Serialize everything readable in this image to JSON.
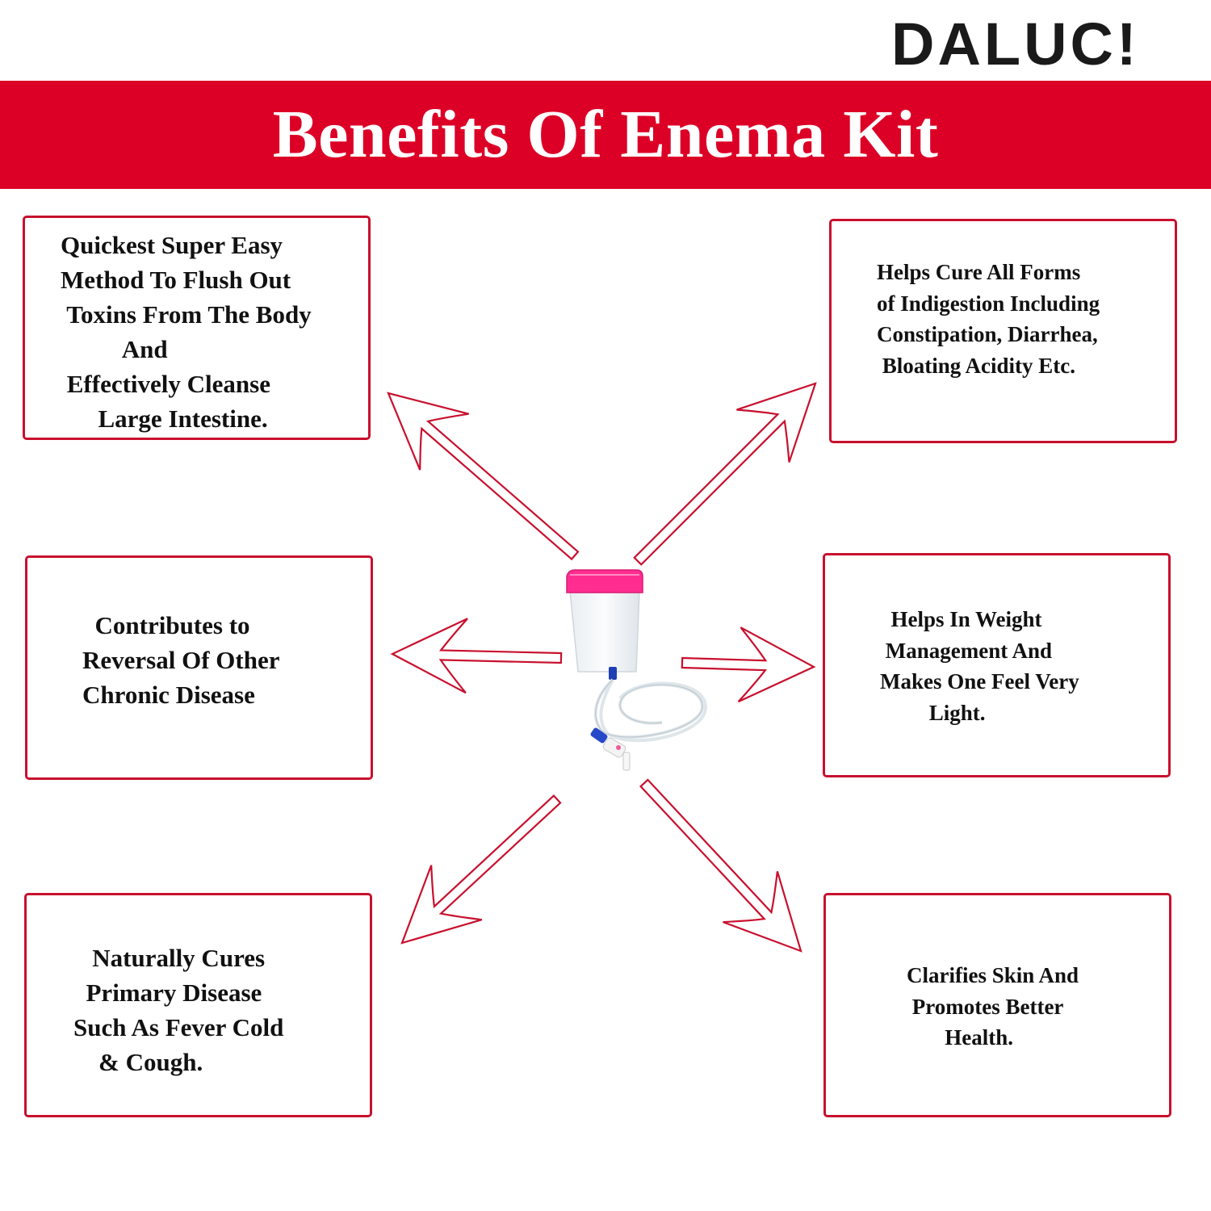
{
  "brand": {
    "logo_text": "DALUC!"
  },
  "banner": {
    "title": "Benefits Of Enema Kit"
  },
  "colors": {
    "banner_red": "#dc0026",
    "border_red": "#c8102e",
    "text": "#111111",
    "lid_pink": "#ff2d8f"
  },
  "benefits": {
    "top_left": {
      "lines": [
        "Quickest Super Easy",
        "Method To Flush Out",
        " Toxins From The Body",
        "          And",
        " Effectively Cleanse",
        "      Large Intestine."
      ]
    },
    "top_right": {
      "lines": [
        "Helps Cure All Forms",
        "of Indigestion Including",
        "Constipation, Diarrhea,",
        " Bloating Acidity Etc."
      ]
    },
    "middle_left": {
      "lines": [
        "  Contributes to",
        "Reversal Of Other",
        "Chronic Disease"
      ]
    },
    "middle_right": {
      "lines": [
        "  Helps In Weight",
        " Management And",
        "Makes One Feel Very",
        "         Light."
      ]
    },
    "bottom_left": {
      "lines": [
        "   Naturally Cures",
        "  Primary Disease",
        "Such As Fever Cold",
        "    & Cough."
      ]
    },
    "bottom_right": {
      "lines": [
        "Clarifies Skin And",
        " Promotes Better",
        "       Health."
      ]
    }
  },
  "product": {
    "icon": "enema-kit-container-icon"
  }
}
